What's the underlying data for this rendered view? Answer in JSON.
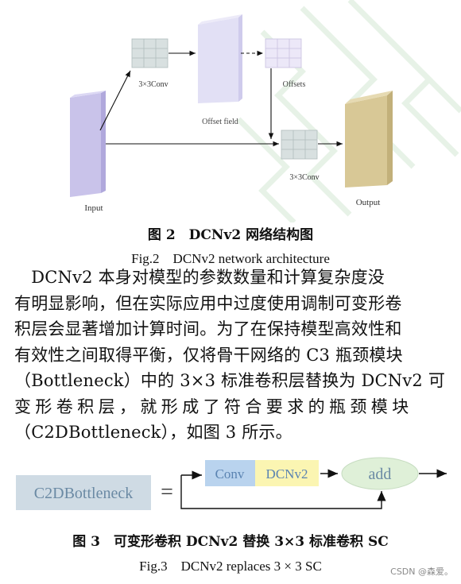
{
  "figure2": {
    "labels": {
      "conv_top": "3×3Conv",
      "offset_field": "Offset field",
      "offsets": "Offsets",
      "conv_bottom": "3×3Conv",
      "input": "Input",
      "output": "Output"
    },
    "caption_cn": "图 2　DCNv2 网络结构图",
    "caption_en": "Fig.2　DCNv2 network architecture"
  },
  "paragraph_lines": [
    "　DCNv2 本身对模型的参数数量和计算复杂度没",
    "有明显影响，但在实际应用中过度使用调制可变形卷",
    "积层会显著增加计算时间。为了在保持模型高效性和",
    "有效性之间取得平衡，仅将骨干网络的 C3 瓶颈模块",
    "（Bottleneck）中的 3×3 标准卷积层替换为 DCNv2 可",
    "变形卷积层，就形成了符合要求的瓶颈模块",
    "（C2DBottleneck），如图 3 所示。"
  ],
  "figure3": {
    "c2d_label": "C2DBottleneck",
    "equals": "=",
    "conv_label": "Conv",
    "dcnv2_label": "DCNv2",
    "add_label": "add",
    "caption_cn": "图 3　可变形卷积 DCNv2 替换 3×3 标准卷积 SC",
    "caption_en": "Fig.3　DCNv2 replaces 3 × 3 SC"
  },
  "watermark": "CSDN @森爱。",
  "colors": {
    "input_block": "#c9c3ea",
    "offset_field": "#dcdaf2",
    "output_block": "#d8c896",
    "grid_cell": "#d8e0e0",
    "c2d_box": "#cfdbe4",
    "conv_box": "#b9d3ee",
    "dcnv2_box": "#fbf5b2",
    "add_ellipse": "#dff0d8"
  }
}
